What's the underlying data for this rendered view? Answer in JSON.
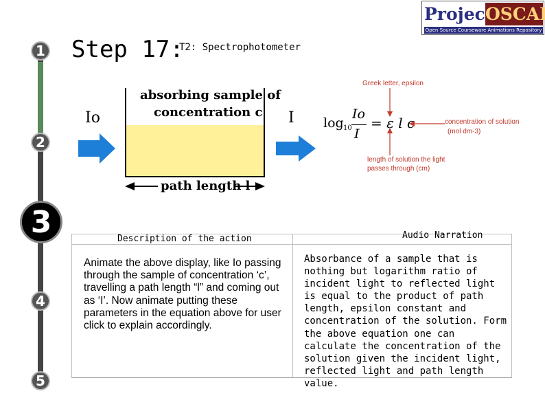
{
  "steps": [
    "1",
    "2",
    "3",
    "4",
    "5"
  ],
  "header": {
    "title": "Step 17:",
    "subtitle": "T2: Spectrophotometer"
  },
  "logo": {
    "project": "Project",
    "oscar": "OSCAR",
    "tagline": "Open Source Courseware Animations Repository"
  },
  "diagram": {
    "sample_label_line1": "absorbing sample of",
    "sample_label_line2": "concentration c",
    "incident_label": "Io",
    "transmitted_label": "I",
    "path_label": "path length l",
    "equation": {
      "log": "log",
      "base": "10",
      "numerator": "Io",
      "denominator": "I",
      "rhs": "= ε l c"
    },
    "annotations": {
      "epsilon": "Greek letter, epsilon",
      "concentration_line1": "concentration of solution",
      "concentration_line2": "(mol dm-3)",
      "length_line1": "length of solution the light",
      "length_line2": "passes through (cm)"
    },
    "colors": {
      "solution": "#fff09a",
      "arrow": "#1e7fd8",
      "annotation": "#c0392b"
    }
  },
  "description": {
    "header": "Description of the action",
    "text": "Animate the above display, like Io passing through the sample of concentration ‘c’, travelling a path length “l” and coming out as ‘I’. Now animate putting these parameters in the equation above for user click to explain accordingly."
  },
  "audio": {
    "header": "Audio Narration",
    "text": "Absorbance of a sample that is nothing but logarithm ratio of incident light to reflected light is equal to the product of path length, epsilon constant and concentration of the solution. Form the above equation one can calculate the concentration of the solution given the incident light, reflected light and path length value."
  }
}
